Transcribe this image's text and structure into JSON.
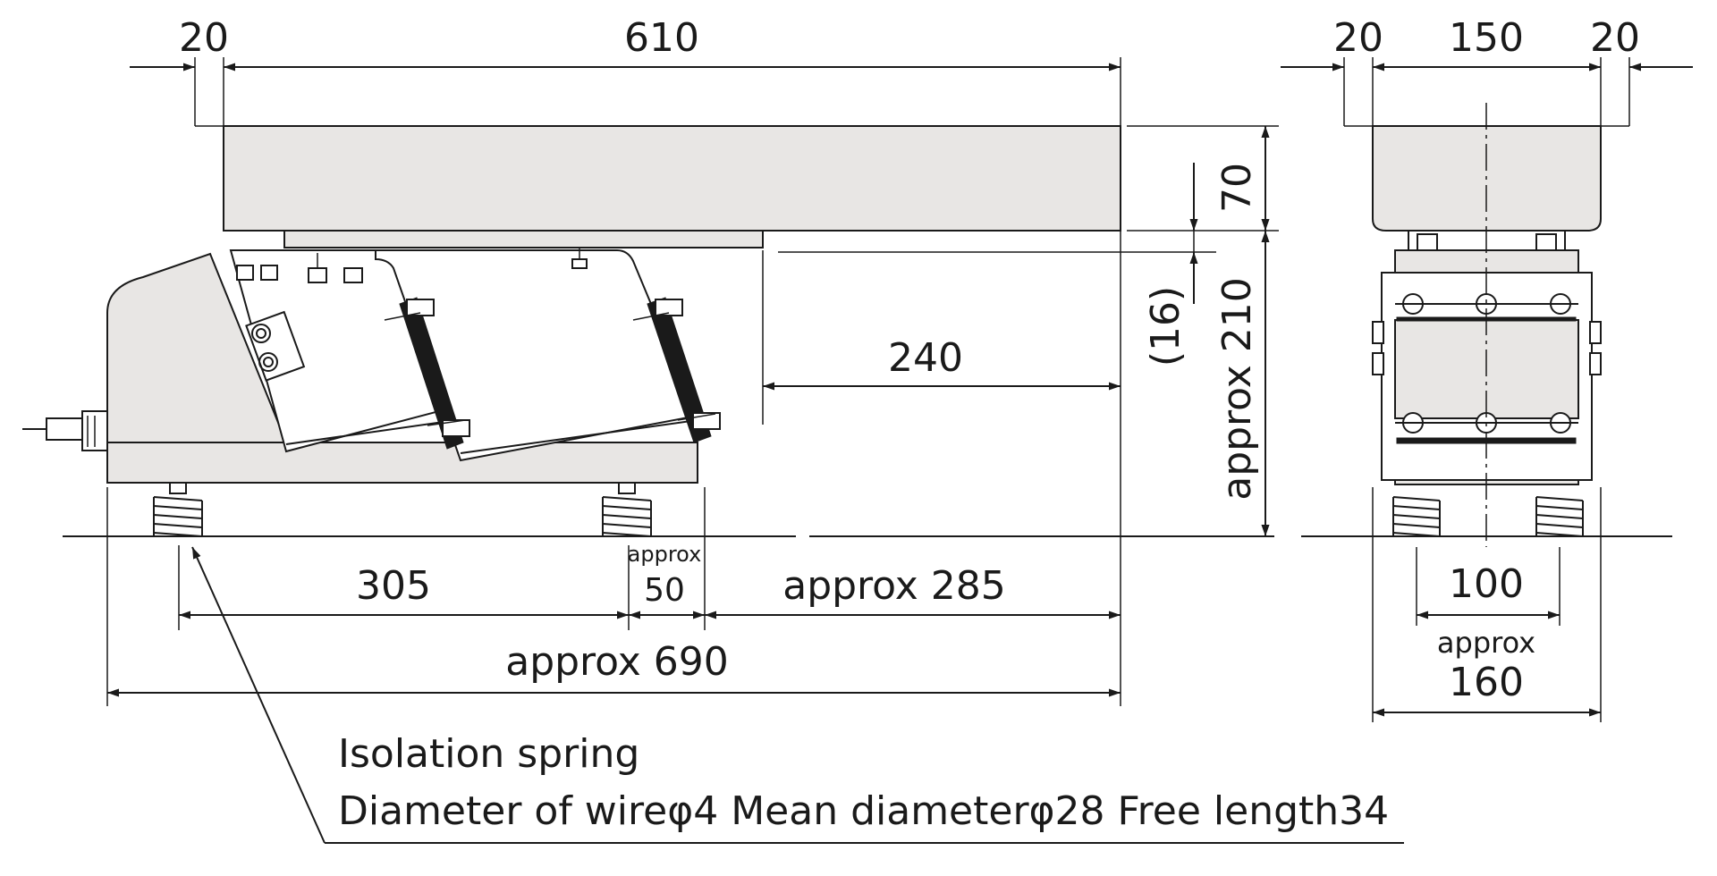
{
  "side_view": {
    "dim_top_left": "20",
    "dim_top_length": "610",
    "dim_height_70": "70",
    "dim_height_16": "(16)",
    "dim_height_210": "approx 210",
    "dim_240": "240",
    "dim_305": "305",
    "dim_approx_label": "approx",
    "dim_50": "50",
    "dim_285": "approx  285",
    "dim_690": "approx 690"
  },
  "front_view": {
    "dim_left_20": "20",
    "dim_150": "150",
    "dim_right_20": "20",
    "dim_100": "100",
    "dim_approx_label": "approx",
    "dim_160": "160"
  },
  "spring_note": {
    "line1": "Isolation spring",
    "line2": "Diameter of wireφ4 Mean diameterφ28 Free length34"
  },
  "colors": {
    "body_fill": "#e8e6e4",
    "line": "#1a1a1a"
  }
}
